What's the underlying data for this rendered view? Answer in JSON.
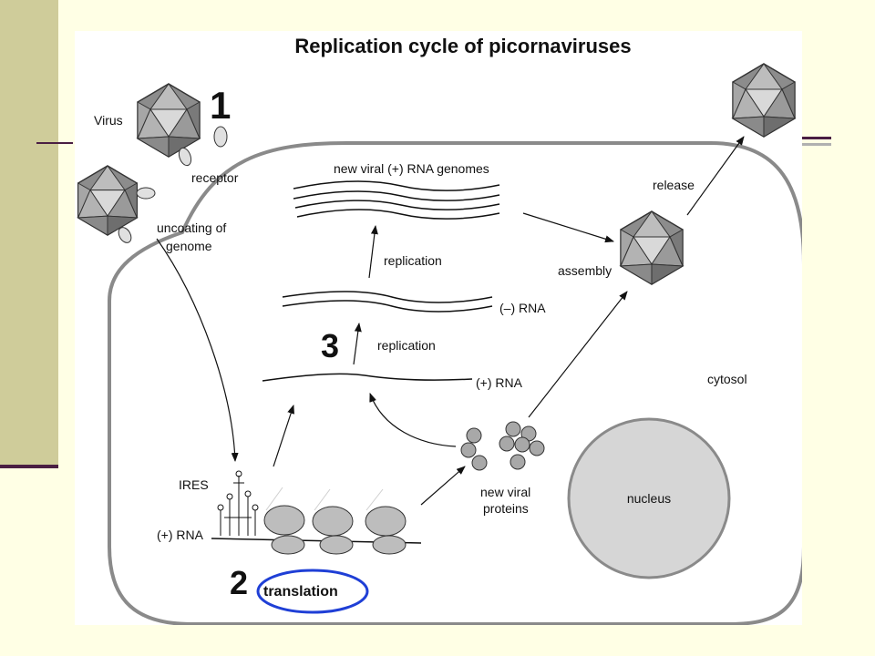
{
  "title": "Replication cycle of picornaviruses",
  "steps": {
    "one": "1",
    "two": "2",
    "three": "3"
  },
  "labels": {
    "virus": "Virus",
    "receptor": "receptor",
    "uncoating_line1": "uncoating of",
    "uncoating_line2": "genome",
    "new_genomes": "new viral (+) RNA genomes",
    "replication_top": "replication",
    "minus_rna": "(–) RNA",
    "replication_mid": "replication",
    "plus_rna_mid": "(+) RNA",
    "release": "release",
    "assembly": "assembly",
    "cytosol": "cytosol",
    "new_proteins_line1": "new viral",
    "new_proteins_line2": "proteins",
    "nucleus": "nucleus",
    "ires": "IRES",
    "plus_rna_bottom": "(+) RNA",
    "translation": "translation"
  },
  "colors": {
    "highlight": "#1f3fd6",
    "membrane": "#8a8a8a",
    "virus_fill": "#9a9a9a",
    "nucleus_fill": "#d6d6d6"
  }
}
